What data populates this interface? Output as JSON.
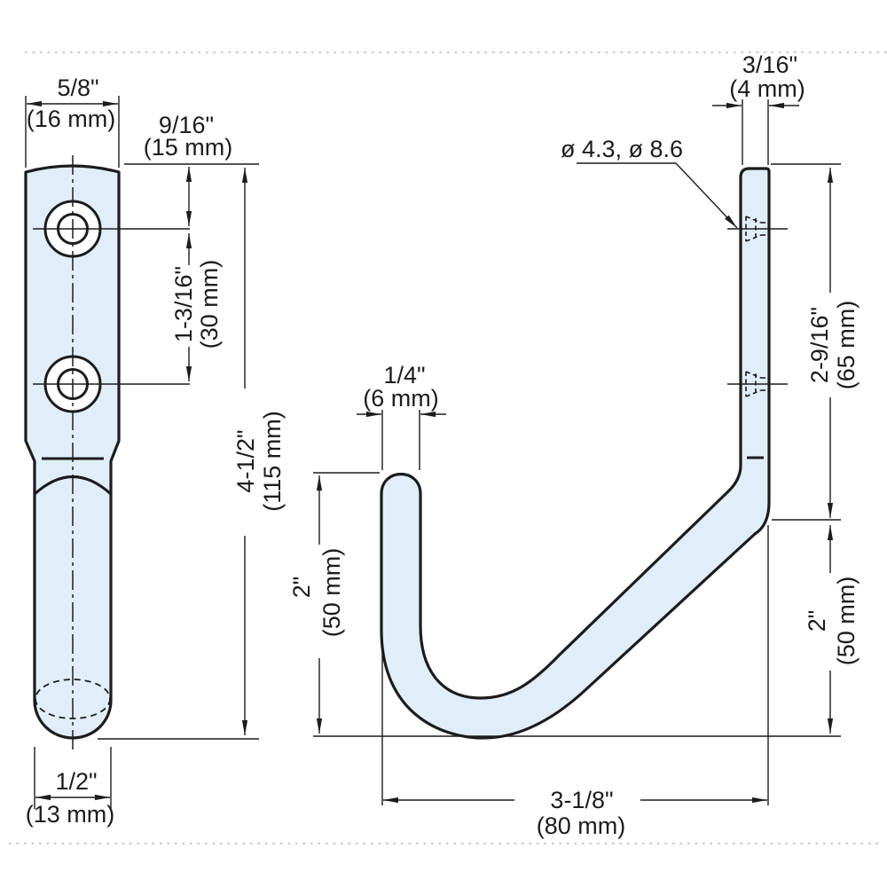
{
  "drawing": {
    "colors": {
      "part_fill": "#e1eefa",
      "line": "#1c1c1c",
      "separator": "#c9c9c9"
    },
    "front_view": {
      "dims": {
        "top_width": {
          "in": "5/8\"",
          "mm": "(16 mm)"
        },
        "top_to_hole": {
          "in": "9/16\"",
          "mm": "(15 mm)"
        },
        "hole_spacing": {
          "in": "1-3/16\"",
          "mm": "(30 mm)"
        },
        "total_length": {
          "in": "4-1/2\"",
          "mm": "(115 mm)"
        },
        "bottom_width": {
          "in": "1/2\"",
          "mm": "(13 mm)"
        }
      }
    },
    "side_view": {
      "hole_note": "ø 4.3, ø 8.6",
      "dims": {
        "plate_thickness": {
          "in": "3/16\"",
          "mm": "(4 mm)"
        },
        "upper_height": {
          "in": "2-9/16\"",
          "mm": "(65 mm)"
        },
        "lower_height": {
          "in": "2\"",
          "mm": "(50 mm)"
        },
        "hook_height": {
          "in": "2\"",
          "mm": "(50 mm)"
        },
        "tip_thickness": {
          "in": "1/4\"",
          "mm": "(6 mm)"
        },
        "depth": {
          "in": "3-1/8\"",
          "mm": "(80 mm)"
        }
      }
    }
  }
}
